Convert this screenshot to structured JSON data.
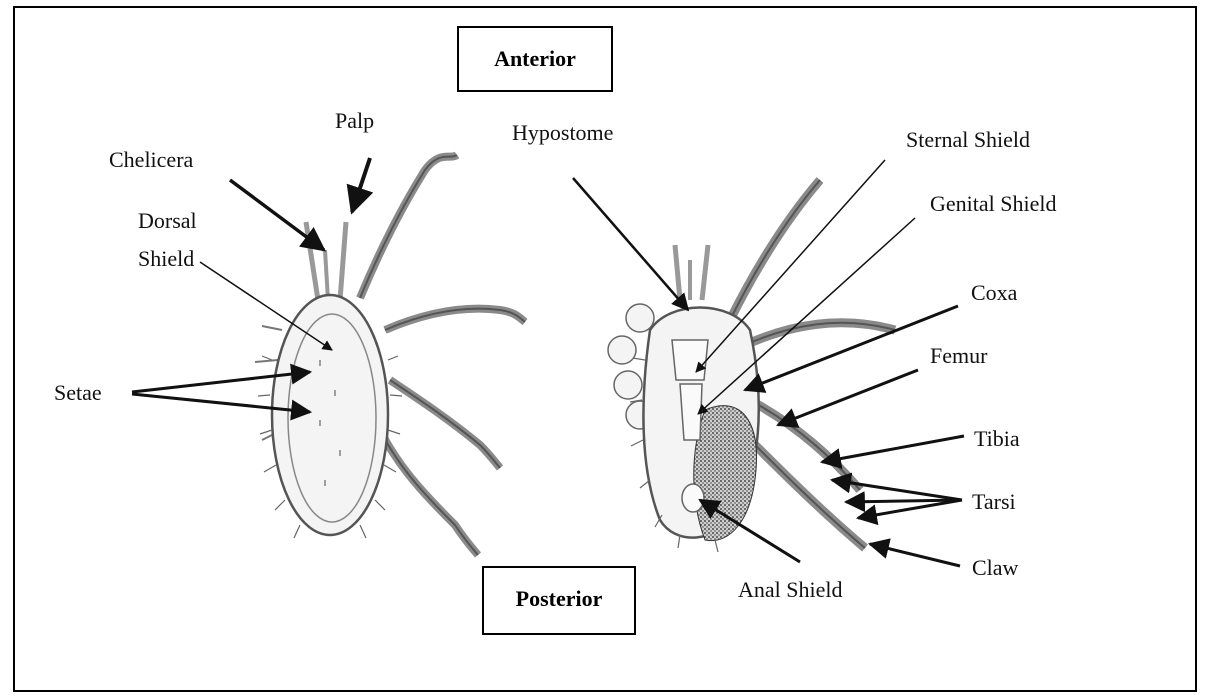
{
  "orientation": {
    "top": "Anterior",
    "bottom": "Posterior"
  },
  "labels": {
    "palp": "Palp",
    "chelicera": "Chelicera",
    "dorsal_shield_line1": "Dorsal",
    "dorsal_shield_line2": "Shield",
    "setae": "Setae",
    "hypostome": "Hypostome",
    "sternal_shield": "Sternal Shield",
    "genital_shield": "Genital Shield",
    "coxa": "Coxa",
    "femur": "Femur",
    "tibia": "Tibia",
    "tarsi": "Tarsi",
    "claw": "Claw",
    "anal_shield": "Anal Shield"
  },
  "colors": {
    "ink": "#111111",
    "stipple": "#3a3a3a",
    "outline": "#555555"
  }
}
